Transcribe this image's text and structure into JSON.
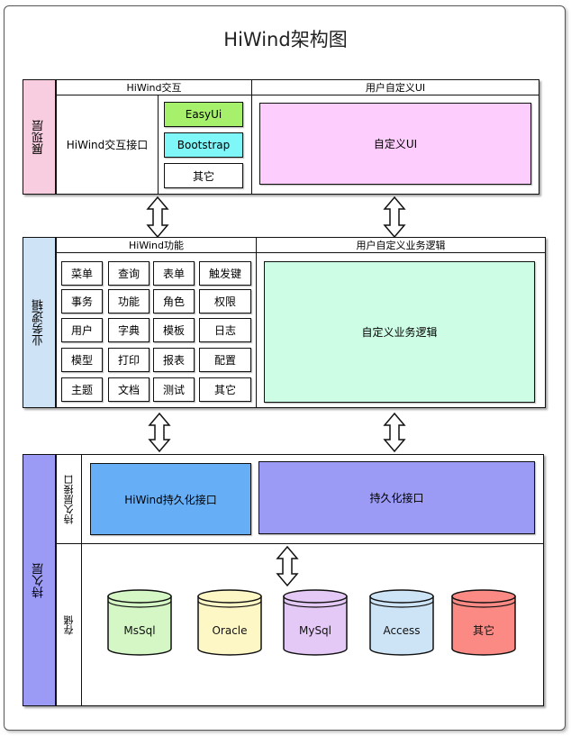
{
  "title": "HiWind架构图",
  "presentation": {
    "layer_label": "展现层",
    "hiwind_header": "HiWind交互",
    "hiwind_interface": "HiWind交互接口",
    "options": [
      "EasyUi",
      "Bootstrap",
      "其它"
    ],
    "custom_header": "用户自定义UI",
    "custom_ui": "自定义UI"
  },
  "business": {
    "layer_label": "业务逻辑",
    "functions_header": "HiWind功能",
    "functions": [
      [
        "菜单",
        "查询",
        "表单",
        "触发键"
      ],
      [
        "事务",
        "功能",
        "角色",
        "权限"
      ],
      [
        "用户",
        "字典",
        "模板",
        "日志"
      ],
      [
        "模型",
        "打印",
        "报表",
        "配置"
      ],
      [
        "主题",
        "文档",
        "测试",
        "其它"
      ]
    ],
    "custom_header": "用户自定义业务逻辑",
    "custom_logic": "自定义业务逻辑"
  },
  "persistence": {
    "layer_label": "持久层",
    "interface_label": "持久层接口",
    "storage_label": "存储",
    "hiwind_interface": "HiWind持久化接口",
    "custom_interface": "持久化接口",
    "databases": [
      "MsSql",
      "Oracle",
      "MySql",
      "Access",
      "其它"
    ]
  },
  "colors": {
    "presentation_label": "#f9cde0",
    "business_label": "#cfe3f7",
    "persistence_label": "#9b9bf5",
    "easyui": "#a6f06c",
    "bootstrap": "#7ff6f7",
    "custom_ui": "#fdcdfd",
    "custom_logic": "#cdfde5",
    "hiwind_persist": "#66aef5",
    "custom_persist": "#9b9bf5",
    "db": [
      "#d4f7c5",
      "#fdf7c5",
      "#e4c9f7",
      "#cde4f7",
      "#fb8a85"
    ]
  }
}
